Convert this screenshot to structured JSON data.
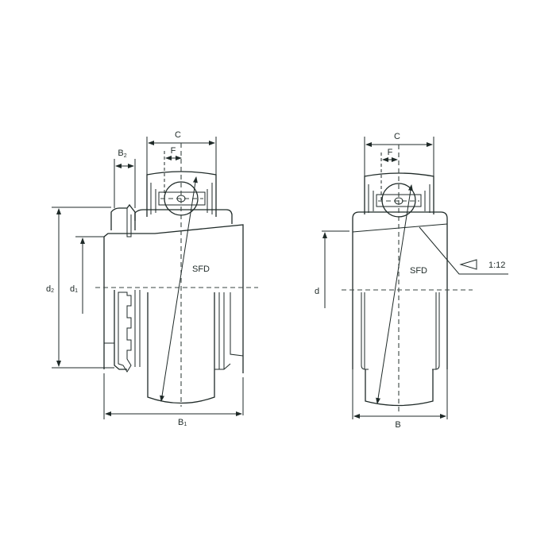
{
  "diagram": {
    "type": "bearing-insert-technical-drawing",
    "line_color": "#1f2a28",
    "background": "#ffffff",
    "left_view": {
      "name": "adapter-sleeve-bearing",
      "labels": {
        "C": "C",
        "F": "F",
        "B2": "B",
        "B2_sub": "2",
        "d2": "d",
        "d2_sub": "2",
        "d1": "d",
        "d1_sub": "1",
        "SFD": "SFD",
        "B1": "B",
        "B1_sub": "1"
      }
    },
    "right_view": {
      "name": "tapered-bore-bearing",
      "labels": {
        "C": "C",
        "F": "F",
        "d": "d",
        "SFD": "SFD",
        "B": "B",
        "taper": "1:12"
      }
    }
  }
}
